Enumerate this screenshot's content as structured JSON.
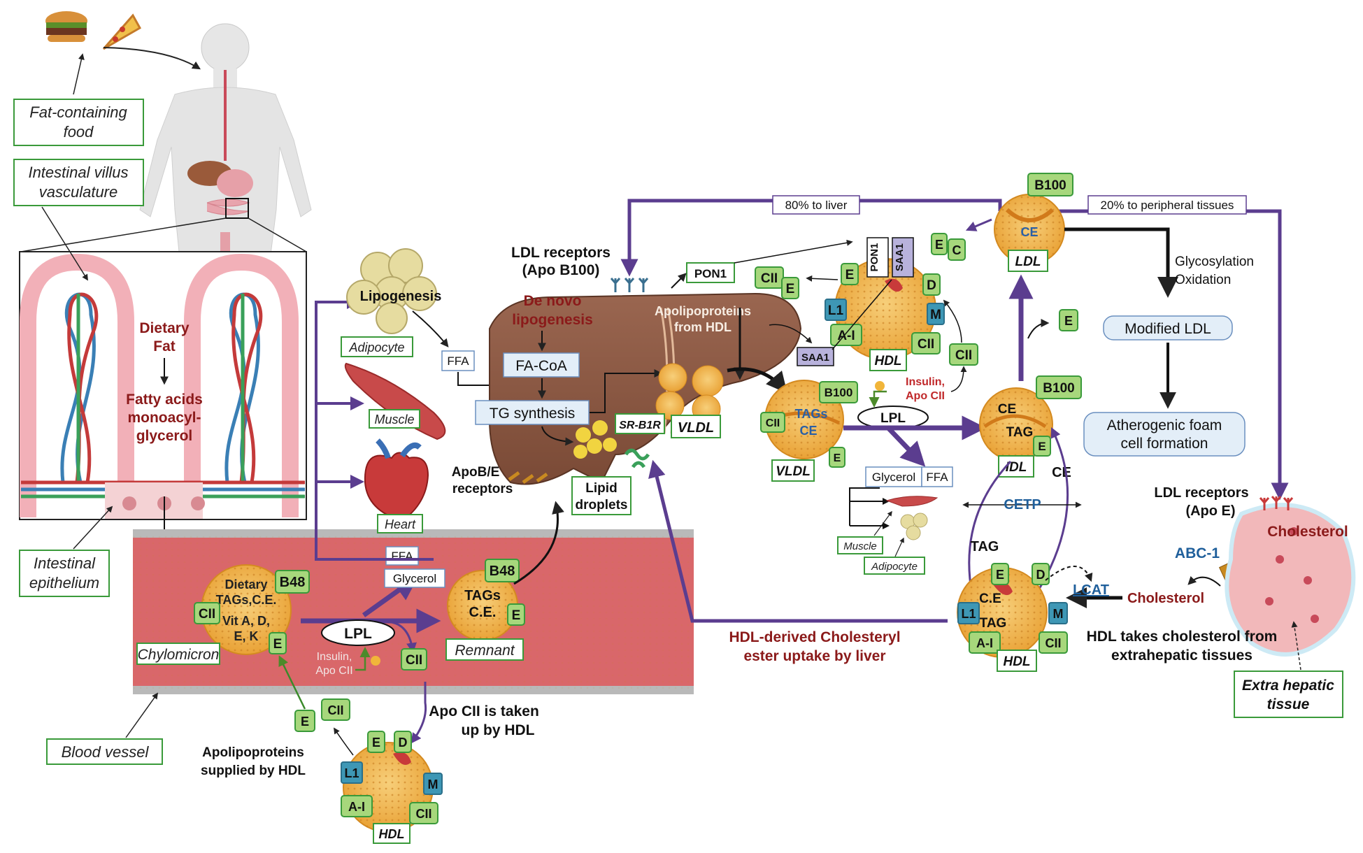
{
  "labels": {
    "fat_food": [
      "Fat-containing",
      "food"
    ],
    "villus_vasculature": [
      "Intestinal villus",
      "vasculature"
    ],
    "intestinal_epithelium": [
      "Intestinal",
      "epithelium"
    ],
    "blood_vessel": "Blood vessel",
    "dietary_fat": [
      "Dietary",
      "Fat"
    ],
    "fatty_acids": [
      "Fatty acids",
      "monoacyl-",
      "glycerol"
    ],
    "lipogenesis": "Lipogenesis",
    "adipocyte": "Adipocyte",
    "muscle": "Muscle",
    "heart": "Heart",
    "ffa": "FFA",
    "glycerol": "Glycerol",
    "de_novo": [
      "De novo",
      "lipogenesis"
    ],
    "fa_coa": "FA-CoA",
    "tg_synthesis": "TG synthesis",
    "lipid_droplets": [
      "Lipid",
      "droplets"
    ],
    "apob_e_receptors": [
      "ApoB/E",
      "receptors"
    ],
    "ldl_receptors_b100": [
      "LDL receptors",
      "(Apo B100)"
    ],
    "pon1": "PON1",
    "apolipoproteins_from_hdl": [
      "Apolipoproteins",
      "from HDL"
    ],
    "sr_b1r": "SR-B1R",
    "vldl": "VLDL",
    "saa1": "SAA1",
    "hdl": "HDL",
    "chylomicron": "Chylomicron",
    "chylomicron_contents": [
      "Dietary",
      "TAGs,C.E.",
      "Vit A, D,",
      "E, K"
    ],
    "lpl": "LPL",
    "insulin_apocii": [
      "Insulin,",
      "Apo CII"
    ],
    "remnant": "Remnant",
    "remnant_contents": [
      "TAGs",
      "C.E."
    ],
    "apocii_taken": [
      "Apo CII is taken",
      "up by HDL"
    ],
    "apolipo_supplied": [
      "Apolipoproteins",
      "supplied by HDL"
    ],
    "hdl_derived": [
      "HDL-derived Cholesteryl",
      "ester uptake by liver"
    ],
    "to_liver": "80% to liver",
    "to_peripheral": "20% to peripheral tissues",
    "ldl": "LDL",
    "ce": "CE",
    "tag": "TAG",
    "tags": "TAGs",
    "c_e": "C.E",
    "glycosylation": [
      "Glycosylation",
      "Oxidation"
    ],
    "modified_ldl": "Modified LDL",
    "atherogenic": [
      "Atherogenic foam",
      "cell formation"
    ],
    "idl": "IDL",
    "cetp": "CETP",
    "lcat": "LCAT",
    "cholesterol": "Cholesterol",
    "abc1": "ABC-1",
    "ldl_receptors_e": [
      "LDL receptors",
      "(Apo E)"
    ],
    "hdl_takes": [
      "HDL takes cholesterol from",
      "extrahepatic tissues"
    ],
    "extra_hepatic": [
      "Extra hepatic",
      "tissue"
    ],
    "insulin_red": [
      "Insulin,",
      "Apo CII"
    ]
  },
  "apo": {
    "B48": "B48",
    "B100": "B100",
    "CII": "CII",
    "E": "E",
    "C": "C",
    "D": "D",
    "M": "M",
    "L1": "L1",
    "AI": "A-I",
    "PON1": "PON1",
    "SAA1": "SAA1"
  },
  "colors": {
    "purple_arrow": "#5b3d8f",
    "green_border": "#3a9a3a",
    "apo_green": "#a7d77c",
    "apo_blue": "#3e97b5",
    "apo_lavender": "#b8b2dc",
    "dark_red_text": "#8b1a1a",
    "blue_text": "#1f5f9b",
    "liver": "#8a5a43",
    "vessel": "#d9676a",
    "particle": "#f0b54a",
    "box_fill": "#e3eef8"
  }
}
